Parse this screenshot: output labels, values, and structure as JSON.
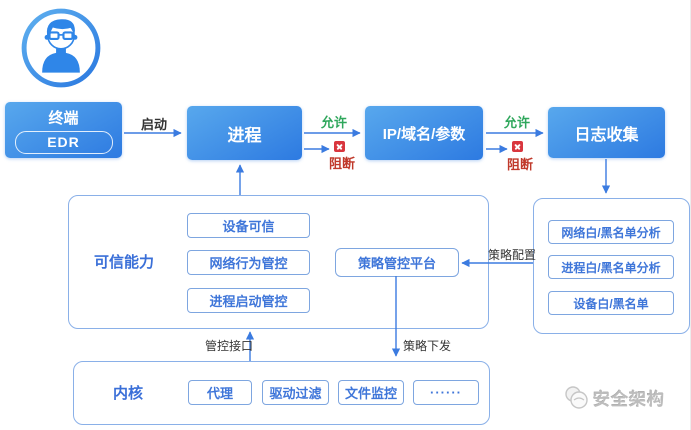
{
  "diagram": {
    "nodes": {
      "terminal": {
        "title": "终端",
        "sub": "EDR"
      },
      "process": {
        "label": "进程"
      },
      "ip_domain": {
        "label": "IP/域名/参数"
      },
      "log_collect": {
        "label": "日志收集"
      }
    },
    "edges": {
      "start": "启动",
      "allow_1": "允许",
      "block_1": "阻断",
      "allow_2": "允许",
      "block_2": "阻断",
      "policy_config": "策略配置",
      "policy_dispatch": "策略下发",
      "control_interface": "管控接口"
    },
    "trusted_panel": {
      "title": "可信能力",
      "items": [
        "设备可信",
        "网络行为管控",
        "进程启动管控"
      ],
      "platform": "策略管控平台"
    },
    "analysis_panel": {
      "items": [
        "网络白/黑名单分析",
        "进程白/黑名单分析",
        "设备白/黑名单"
      ]
    },
    "kernel_panel": {
      "title": "内核",
      "items": [
        "代理",
        "驱动过滤",
        "文件监控",
        "······"
      ]
    },
    "watermark": "安全架构",
    "colors": {
      "node_gradient_start": "#58a8ed",
      "node_gradient_end": "#2d7ae1",
      "panel_border": "#8ab0e8",
      "item_border": "#7ea6e0",
      "item_text": "#3f76d9",
      "arrow_blue": "#3b7be0",
      "allow_green": "#2fa75c",
      "block_red": "#c0392b",
      "block_icon_red": "#d9363e"
    }
  }
}
